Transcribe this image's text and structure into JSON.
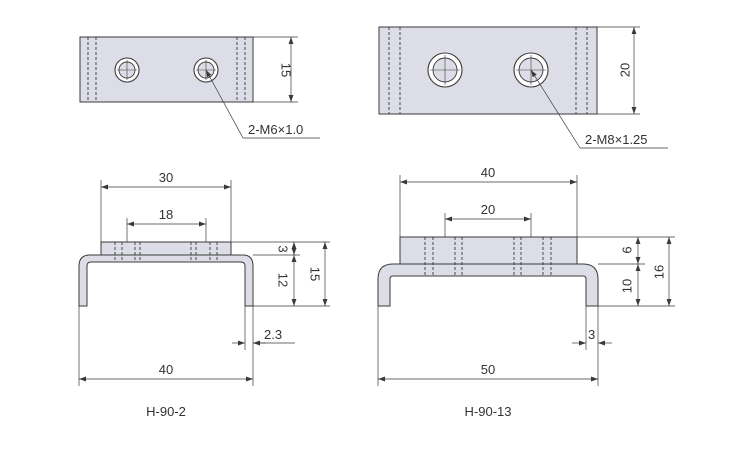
{
  "colors": {
    "part_fill": "#dcdde6",
    "line": "#3a3a3a",
    "text": "#333333"
  },
  "left_part": {
    "model": "H-90-2",
    "thread_callout": "2-M6×1.0",
    "dims": {
      "top_height": "15",
      "top_width": "30",
      "hole_pitch": "18",
      "block_height": "3",
      "leg_height": "12",
      "total_height": "15",
      "thickness": "2.3",
      "overall_width": "40"
    }
  },
  "right_part": {
    "model": "H-90-13",
    "thread_callout": "2-M8×1.25",
    "dims": {
      "top_height": "20",
      "top_width": "40",
      "hole_pitch": "20",
      "block_height": "6",
      "leg_height": "10",
      "total_height": "16",
      "thickness": "3",
      "overall_width": "50"
    }
  }
}
